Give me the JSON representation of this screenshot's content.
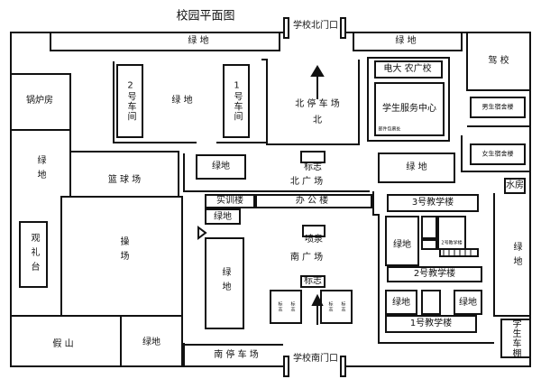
{
  "title": "校园平面图",
  "labels": {
    "north_gate": "学校北门口",
    "south_gate": "学校南门口",
    "green": "绿    地",
    "green_short": "绿   地",
    "green_plain": "绿地",
    "driving_school": "驾 校",
    "boiler": "锅炉房",
    "car2": "2号车间",
    "car1": "1号车间",
    "north_parking": "北 停 车 场",
    "north_arrow": "北",
    "tv_univ": "电大 农广校",
    "service_center": "学生服务中心",
    "service_small": "邮件包裹处",
    "boys_dorm": "男生宿舍楼",
    "girls_dorm": "女生宿舍楼",
    "water_room": "水房",
    "green_left": "绿地",
    "basketball": "篮 球 场",
    "sign": "标志",
    "north_square": "北 广 场",
    "training": "实训楼",
    "office": "办 公 楼",
    "green_small": "绿地",
    "fountain": "喷泉",
    "bldg3": "3号教学楼",
    "bldg2": "2号教学楼",
    "bldg1": "1号教学楼",
    "bldg2_small": "2号教学楼",
    "review_stand": "观礼台",
    "playground": "操场",
    "south_square": "南 广 场",
    "rockery": "假   山",
    "south_parking": "南 停 车 场",
    "bike_shed": "学生车棚",
    "green_right": "绿地",
    "plaque_a": "标志",
    "plaque_b": "标志",
    "plaque_c": "标志",
    "plaque_d": "标志"
  }
}
